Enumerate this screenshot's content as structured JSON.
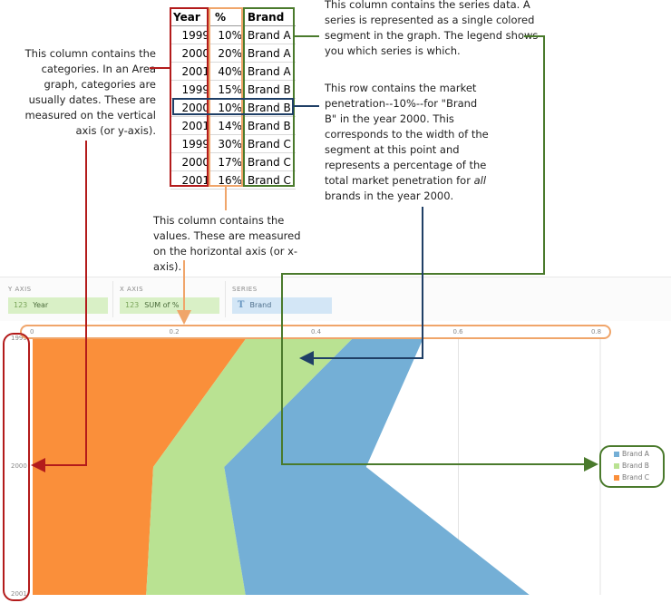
{
  "table": {
    "headers": [
      "Year",
      "%",
      "Brand"
    ],
    "rows": [
      [
        "1999",
        "10%",
        "Brand A"
      ],
      [
        "2000",
        "20%",
        "Brand A"
      ],
      [
        "2001",
        "40%",
        "Brand A"
      ],
      [
        "1999",
        "15%",
        "Brand B"
      ],
      [
        "2000",
        "10%",
        "Brand B"
      ],
      [
        "2001",
        "14%",
        "Brand B"
      ],
      [
        "1999",
        "30%",
        "Brand C"
      ],
      [
        "2000",
        "17%",
        "Brand C"
      ],
      [
        "2001",
        "16%",
        "Brand C"
      ]
    ],
    "highlighted_row": 4
  },
  "annotations": {
    "categories_note": "This column contains the categories. In an Area graph, categories are usually dates. These are measured on the vertical axis (or y-axis).",
    "series_note": "This column contains the series data. A series is represented as a single colored segment in the graph. The legend shows you which series is which.",
    "row_note_before": "This row contains the market penetration--10%--for \"Brand B\" in the year 2000. This corresponds to the width of the segment at this point and represents a percentage of the total market penetration for ",
    "row_note_em": "all",
    "row_note_after": " brands in the year 2000.",
    "values_note": "This column contains the values. These are measured on the horizontal axis (or x-axis)."
  },
  "shelves": {
    "y_axis": {
      "label": "Y AXIS",
      "type_icon": "123",
      "field": "Year"
    },
    "x_axis": {
      "label": "X AXIS",
      "type_icon": "123",
      "field": "SUM of %"
    },
    "series": {
      "label": "SERIES",
      "type_icon": "T",
      "field": "Brand"
    }
  },
  "colors": {
    "brand_a": "#74afd6",
    "brand_b": "#b9e292",
    "brand_c": "#fa8f3a",
    "categories_accent": "#b31b1b",
    "values_accent": "#f0a56a",
    "series_accent": "#4a7a2c",
    "row_accent": "#1f3f66"
  },
  "chart_data": {
    "type": "area",
    "orientation": "horizontal-stacked",
    "categories": [
      "1999",
      "2000",
      "2001"
    ],
    "x_ticks": [
      "0",
      "0.2",
      "0.4",
      "0.6",
      "0.8"
    ],
    "y_ticks": [
      "1999",
      "2000",
      "2001"
    ],
    "xlim": [
      0,
      0.8
    ],
    "series": [
      {
        "name": "Brand C",
        "values": [
          0.3,
          0.17,
          0.16
        ]
      },
      {
        "name": "Brand B",
        "values": [
          0.15,
          0.1,
          0.14
        ]
      },
      {
        "name": "Brand A",
        "values": [
          0.1,
          0.2,
          0.4
        ]
      }
    ],
    "legend": [
      "Brand A",
      "Brand B",
      "Brand C"
    ],
    "legend_position": "right",
    "grid": true
  }
}
